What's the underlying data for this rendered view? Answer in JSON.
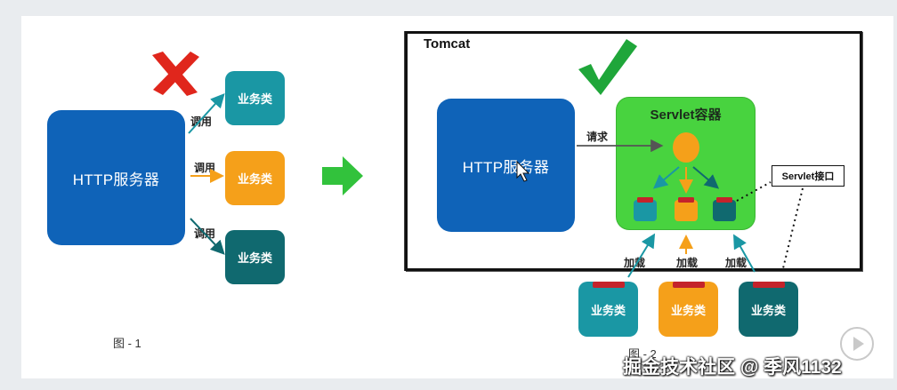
{
  "left_diagram": {
    "http_server_label": "HTTP服务器",
    "call_labels": [
      "调用",
      "调用",
      "调用"
    ],
    "service_labels": [
      "业务类",
      "业务类",
      "业务类"
    ],
    "caption": "图 - 1",
    "mark": "cross-icon"
  },
  "right_diagram": {
    "container_title": "Tomcat",
    "http_server_label": "HTTP服务器",
    "request_label": "请求",
    "servlet_container_title": "Servlet容器",
    "servlet_interface_label": "Servlet接口",
    "load_labels": [
      "加载",
      "加载",
      "加载"
    ],
    "service_labels": [
      "业务类",
      "业务类",
      "业务类"
    ],
    "caption": "图 - 2",
    "mark": "check-icon"
  },
  "watermark": "掘金技术社区 @ 季风1132",
  "colors": {
    "http_blue": "#0f63b8",
    "teal": "#1a97a4",
    "orange": "#f5a01a",
    "dark_teal": "#10696f",
    "servlet_green": "#48d33f",
    "cross_red": "#e0261c",
    "check_green": "#1fa63a",
    "arrow_green": "#32c23c",
    "cap_red": "#c4232b"
  }
}
